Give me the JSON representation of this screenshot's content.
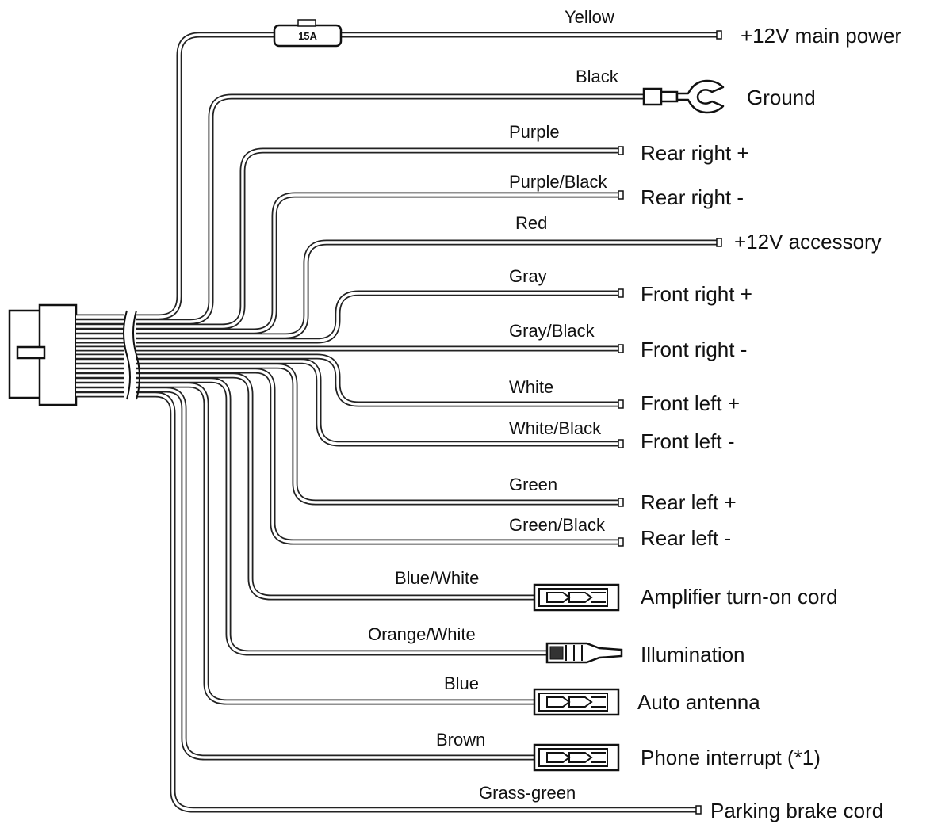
{
  "fuse": {
    "rating": "15A"
  },
  "wires": [
    {
      "color_label": "Yellow",
      "function": "+12V main power",
      "end": "plain"
    },
    {
      "color_label": "Black",
      "function": "Ground",
      "end": "ring-terminal"
    },
    {
      "color_label": "Purple",
      "function": "Rear right +",
      "end": "plain"
    },
    {
      "color_label": "Purple/Black",
      "function": "Rear right -",
      "end": "plain"
    },
    {
      "color_label": "Red",
      "function": "+12V accessory",
      "end": "plain"
    },
    {
      "color_label": "Gray",
      "function": "Front right +",
      "end": "plain"
    },
    {
      "color_label": "Gray/Black",
      "function": "Front right -",
      "end": "plain"
    },
    {
      "color_label": "White",
      "function": "Front left +",
      "end": "plain"
    },
    {
      "color_label": "White/Black",
      "function": "Front left -",
      "end": "plain"
    },
    {
      "color_label": "Green",
      "function": "Rear left +",
      "end": "plain"
    },
    {
      "color_label": "Green/Black",
      "function": "Rear left -",
      "end": "plain"
    },
    {
      "color_label": "Blue/White",
      "function": "Amplifier turn-on cord",
      "end": "connector"
    },
    {
      "color_label": "Orange/White",
      "function": "Illumination",
      "end": "bullet-connector"
    },
    {
      "color_label": "Blue",
      "function": "Auto antenna",
      "end": "connector"
    },
    {
      "color_label": "Brown",
      "function": "Phone interrupt (*1)",
      "end": "connector"
    },
    {
      "color_label": "Grass-green",
      "function": "Parking brake cord",
      "end": "plain"
    }
  ]
}
